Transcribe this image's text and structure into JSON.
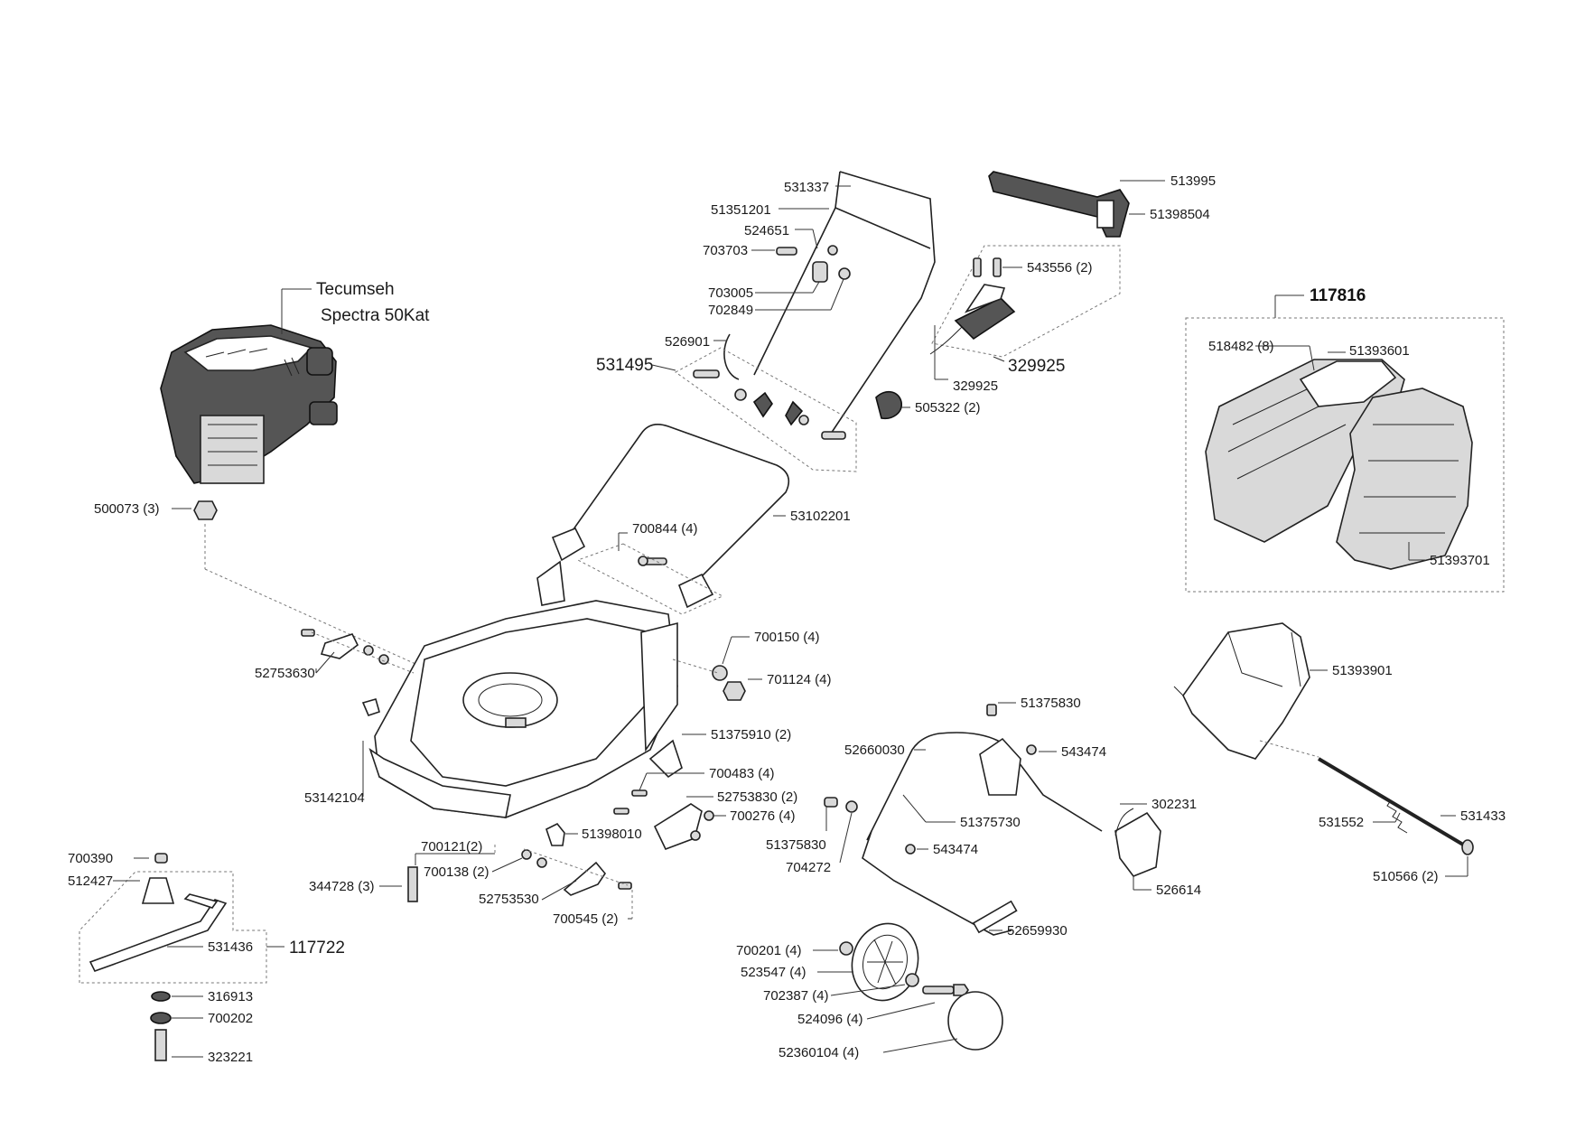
{
  "engine": {
    "brand": "Tecumseh",
    "model": "Spectra 50Kat"
  },
  "labels": {
    "l531337": "531337",
    "l51351201": "51351201",
    "l524651": "524651",
    "l703703": "703703",
    "l703005": "703005",
    "l702849": "702849",
    "l526901": "526901",
    "l531495": "531495",
    "l513995": "513995",
    "l51398504": "51398504",
    "l543556": "543556 (2)",
    "l329925a": "329925",
    "l329925b": "329925",
    "l505322": "505322 (2)",
    "l117816": "117816",
    "l518482": "518482 (8)",
    "l51393601": "51393601",
    "l51393701": "51393701",
    "l500073": "500073 (3)",
    "l700844": "700844 (4)",
    "l53102201": "53102201",
    "l52753630": "52753630",
    "l700150": "700150 (4)",
    "l701124": "701124 (4)",
    "l51375910": "51375910 (2)",
    "l700483": "700483 (4)",
    "l52753830": "52753830 (2)",
    "l700276": "700276 (4)",
    "l53142104": "53142104",
    "l51398010": "51398010",
    "l700121": "700121(2)",
    "l700138": "700138 (2)",
    "l344728": "344728 (3)",
    "l52753530": "52753530",
    "l700545": "700545 (2)",
    "l700390": "700390",
    "l512427": "512427",
    "l531436": "531436",
    "l117722": "117722",
    "l316913": "316913",
    "l700202": "700202",
    "l323221": "323221",
    "l51393901": "51393901",
    "l51375830a": "51375830",
    "l543474a": "543474",
    "l52660030": "52660030",
    "l302231": "302231",
    "l51375730": "51375730",
    "l51375830b": "51375830",
    "l704272": "704272",
    "l543474b": "543474",
    "l526614": "526614",
    "l52659930": "52659930",
    "l700201": "700201 (4)",
    "l523547": "523547 (4)",
    "l702387": "702387 (4)",
    "l524096": "524096 (4)",
    "l52360104": "52360104 (4)",
    "l531552": "531552",
    "l531433": "531433",
    "l510566": "510566 (2)"
  }
}
